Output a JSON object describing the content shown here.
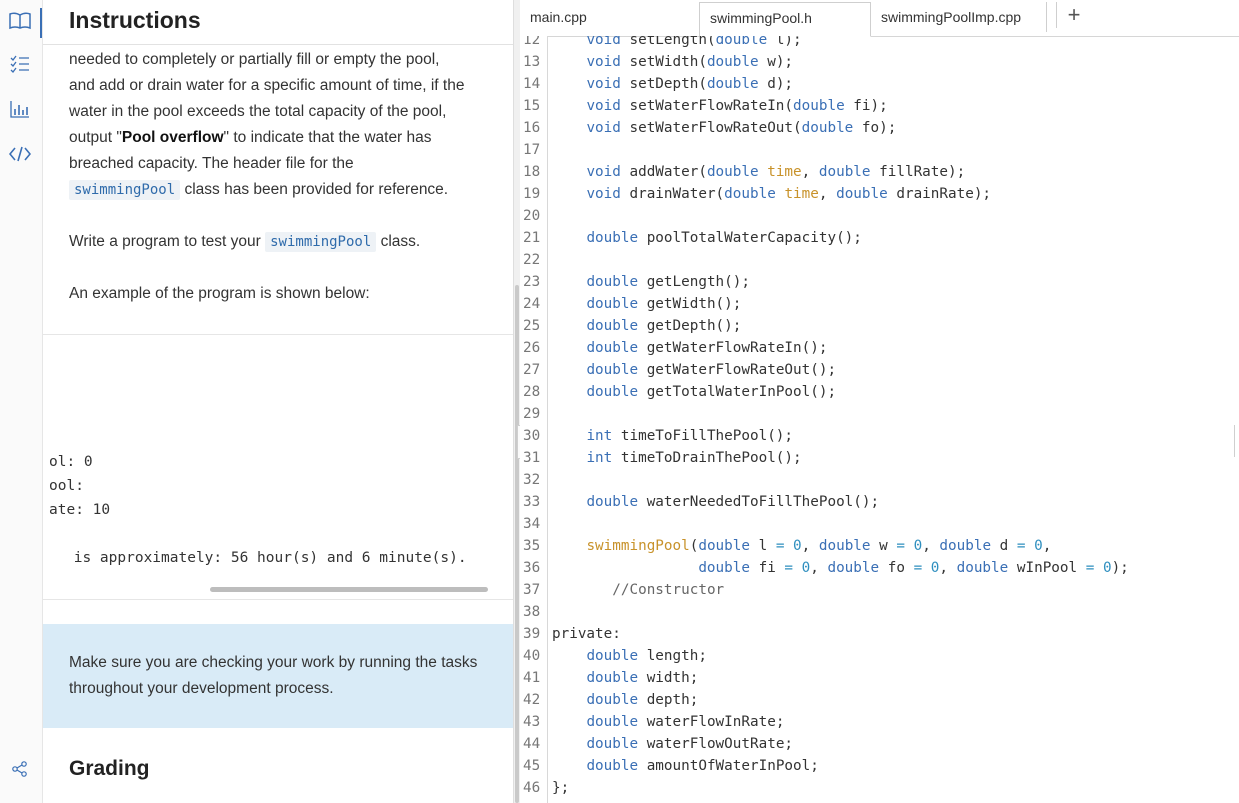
{
  "rail": {
    "icons": [
      "book-icon",
      "checklist-icon",
      "bar-chart-icon",
      "code-icon",
      "share-icon"
    ]
  },
  "instructions": {
    "title": "Instructions",
    "para1": {
      "l1": "needed to completely or partially fill or empty the pool,",
      "l2": "and add or drain water for a specific amount of time, if the",
      "l3": "water in the pool exceeds the total capacity of the pool,",
      "l4a": "output \"",
      "l4b": "Pool overflow",
      "l4c": "\" to indicate that the water has",
      "l5": "breached capacity. The header file for the",
      "l6code": "swimmingPool",
      "l6rest": " class has been provided for reference."
    },
    "para2": {
      "pre": "Write a program to test your ",
      "code": "swimmingPool",
      "post": " class."
    },
    "para3": "An example of the program is shown below:",
    "example_lines": [
      "ol: 0",
      "ool:",
      "ate: 10",
      " is approximately: 56 hour(s) and 6 minute(s)."
    ],
    "tip": "Make sure you are checking your work by running the tasks throughout your development process.",
    "grading": "Grading"
  },
  "editor": {
    "tabs": [
      {
        "label": "main.cpp",
        "active": false
      },
      {
        "label": "swimmingPool.h",
        "active": true
      },
      {
        "label": "swimmingPoolImp.cpp",
        "active": false
      }
    ],
    "add_tab": "+",
    "line_numbers": [
      "12",
      "13",
      "14",
      "15",
      "16",
      "17",
      "18",
      "19",
      "20",
      "21",
      "22",
      "23",
      "24",
      "25",
      "26",
      "27",
      "28",
      "29",
      "30",
      "31",
      "32",
      "33",
      "34",
      "35",
      "36",
      "37",
      "38",
      "39",
      "40",
      "41",
      "42",
      "43",
      "44",
      "45",
      "46"
    ]
  }
}
